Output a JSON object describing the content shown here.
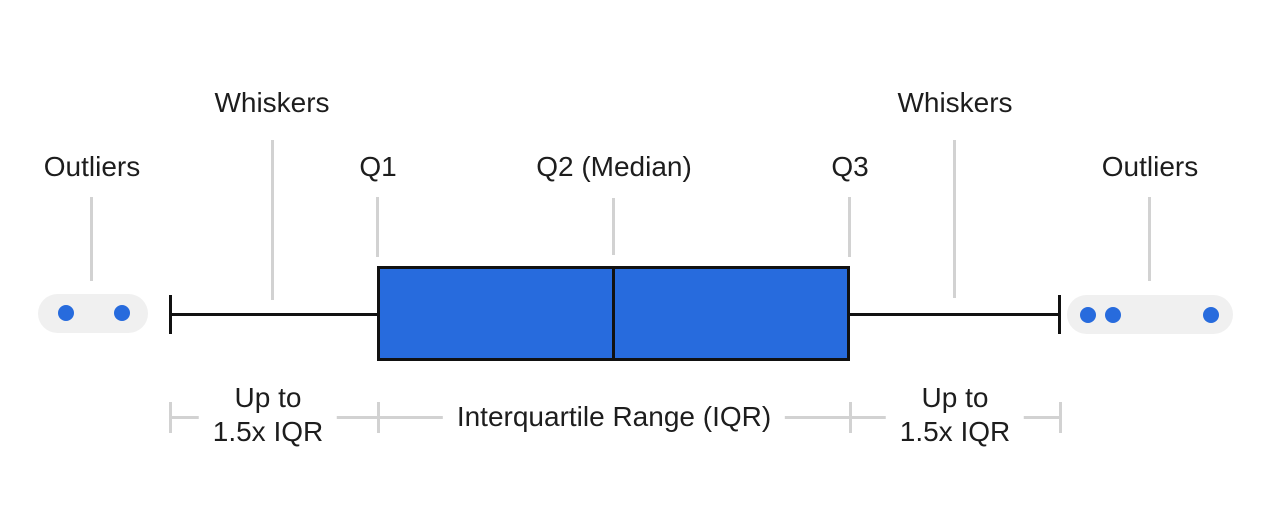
{
  "figure_type": "box-plot-anatomy-diagram",
  "labels": {
    "outliers_left": "Outliers",
    "whiskers_left": "Whiskers",
    "q1": "Q1",
    "q2": "Q2 (Median)",
    "q3": "Q3",
    "whiskers_right": "Whiskers",
    "outliers_right": "Outliers"
  },
  "annotations": {
    "up_to_left_line1": "Up to",
    "up_to_left_line2": "1.5x IQR",
    "iqr": "Interquartile Range (IQR)",
    "up_to_right_line1": "Up to",
    "up_to_right_line2": "1.5x IQR"
  },
  "outliers": {
    "left_count": 2,
    "right_count": 3
  },
  "colors": {
    "box_fill": "#276bdd",
    "outlier_dot": "#276bdd",
    "pill_background": "#f0f0f0",
    "guide_line": "#d2d2d2",
    "plot_line": "#111111",
    "text": "#1d1d1d",
    "background": "#ffffff"
  }
}
